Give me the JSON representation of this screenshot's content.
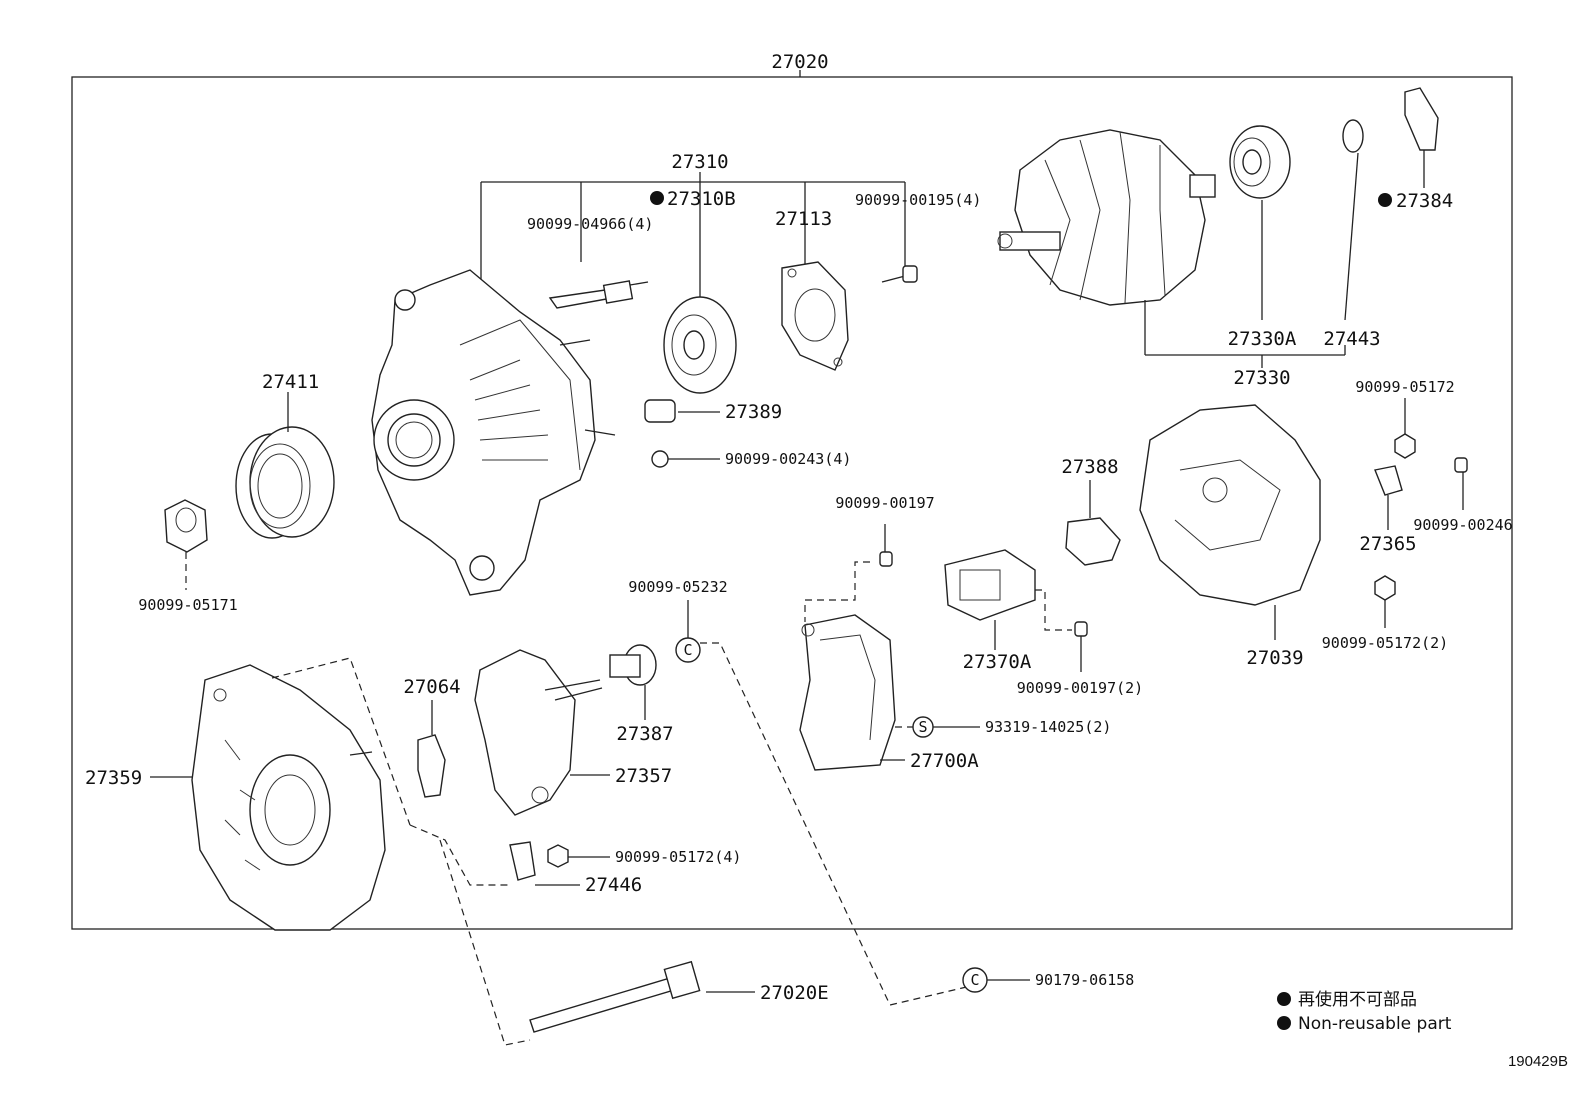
{
  "diagram": {
    "assembly_label": "27020",
    "labels": {
      "p27310": "27310",
      "p27310B": "27310B",
      "p90099_04966": "90099-04966(4)",
      "p27113": "27113",
      "p90099_00195": "90099-00195(4)",
      "p27384": "27384",
      "p27330A": "27330A",
      "p27443": "27443",
      "p27330": "27330",
      "p27411": "27411",
      "p27389": "27389",
      "p90099_00243": "90099-00243(4)",
      "p90099_05172a": "90099-05172",
      "p27388": "27388",
      "p90099_00197": "90099-00197",
      "p90099_00246": "90099-00246",
      "p27365": "27365",
      "p90099_05171": "90099-05171",
      "p90099_05232": "90099-05232",
      "p27370A": "27370A",
      "p27039": "27039",
      "p90099_05172b": "90099-05172(2)",
      "p27064": "27064",
      "p90099_00197b": "90099-00197(2)",
      "p27387": "27387",
      "p93319": "93319-14025(2)",
      "p27359": "27359",
      "p27357": "27357",
      "p27700A": "27700A",
      "p90099_05172c": "90099-05172(4)",
      "p27446": "27446",
      "p27020E": "27020E",
      "p90179": "90179-06158"
    },
    "legend": {
      "jp": "再使用不可部品",
      "en": "Non-reusable part"
    },
    "figure_code": "190429B"
  }
}
